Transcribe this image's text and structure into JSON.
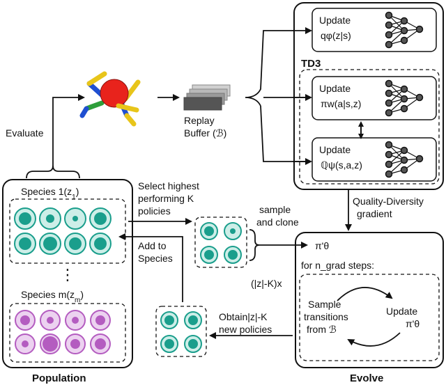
{
  "labels": {
    "evaluate": "Evaluate",
    "replay_buffer_line1": "Replay",
    "replay_buffer_line2": "Buffer (ℬ)",
    "td3": "TD3",
    "update": "Update",
    "q_phi": "qφ(z|s)",
    "pi_w": "πw(a|s,z)",
    "q_psi": "ℚψ(s,a,z)",
    "select_line1": "Select highest",
    "select_line2": "performing K",
    "select_line3": "policies",
    "sample_line1": "sample",
    "sample_line2": "and clone",
    "qd_line1": "Quality-Diversity",
    "qd_line2": "gradient",
    "species_1": "Species 1(z",
    "species_1_sub": "1",
    "species_m": "Species m(z",
    "species_m_sub": "m",
    "add_line1": "Add to",
    "add_line2": "Species",
    "pi_theta": "π'θ",
    "n_grad": "for n_grad steps:",
    "zk_x": "(|z|-K)x",
    "obtain_line1": "Obtain|z|-K",
    "obtain_line2": "new policies",
    "sample_tr_line1": "Sample",
    "sample_tr_line2": "transitions",
    "sample_tr_line3": "from ℬ",
    "update_pi_line1": "Update",
    "update_pi_line2": "π'θ",
    "dots": "⋮",
    "population": "Population",
    "evolve": "Evolve"
  },
  "colors": {
    "teal": "#1a9e8c",
    "teal_light": "#cdeee8",
    "purple": "#b45cc0",
    "purple_light": "#ecd2f0",
    "robot_body": "#e8231c",
    "buffer_grey": "#555555"
  }
}
